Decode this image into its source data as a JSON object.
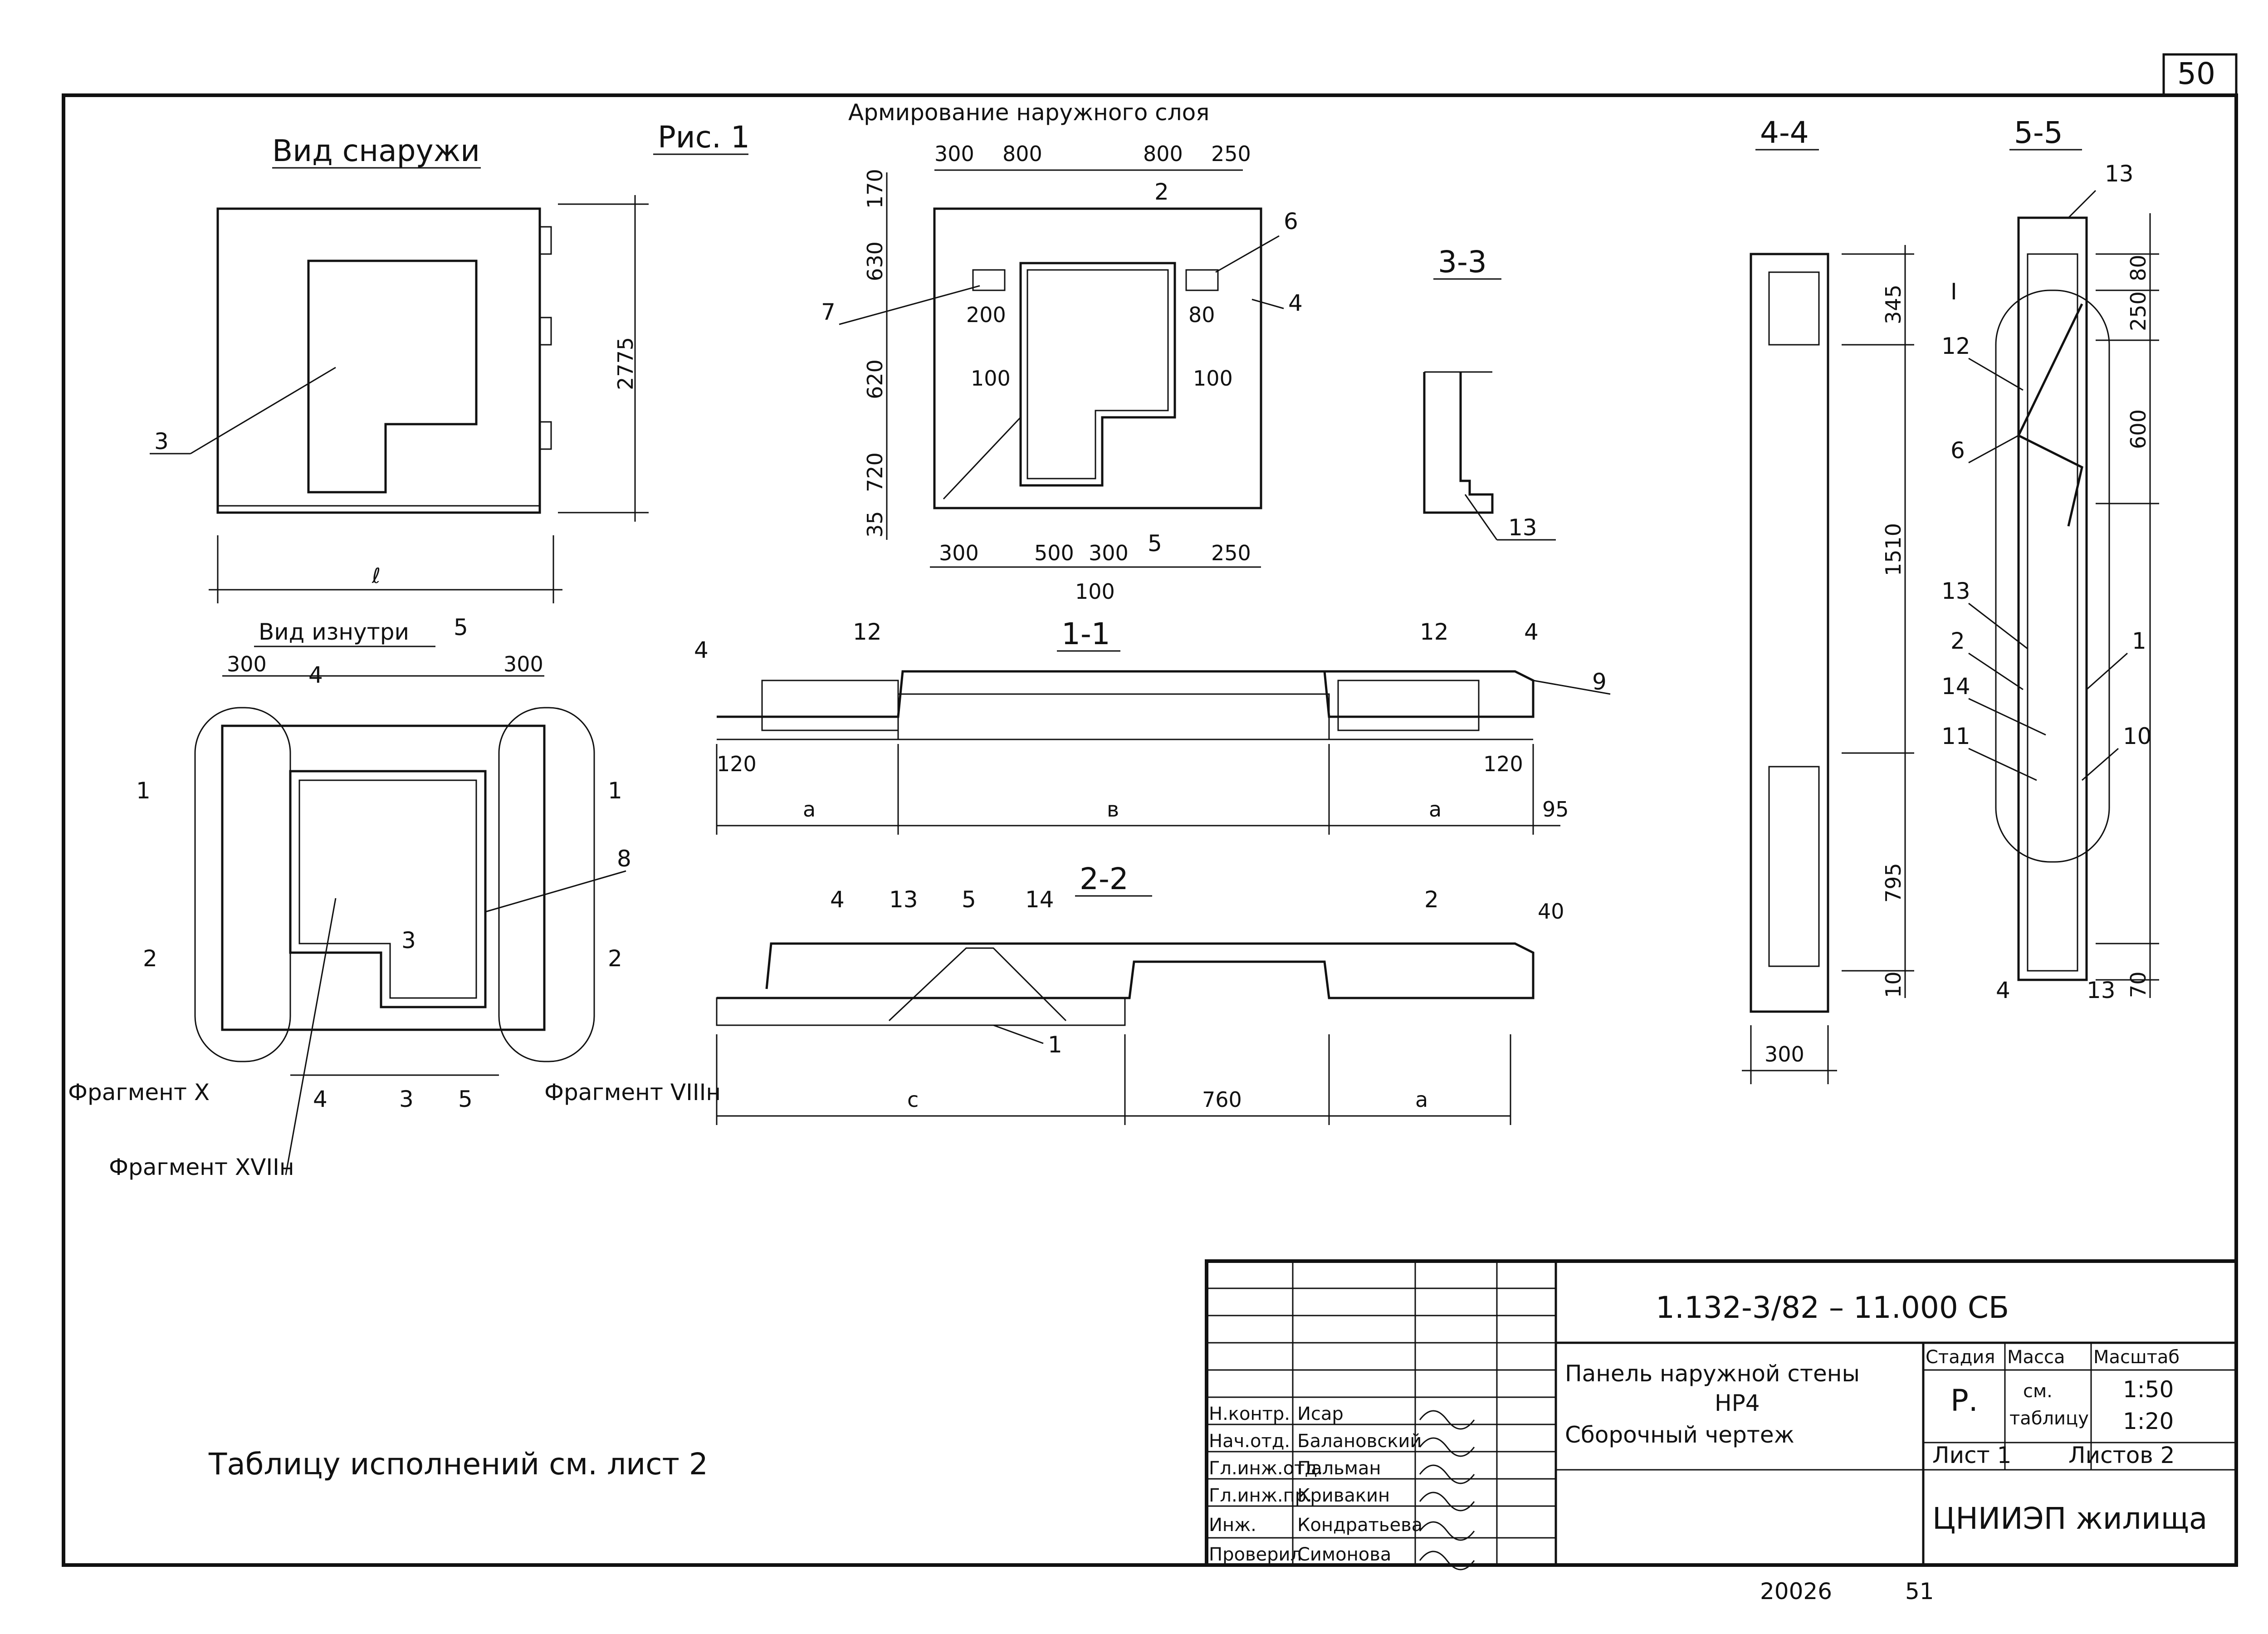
{
  "sheet": {
    "number": "50",
    "footer_num": "20026",
    "footer_sub": "51"
  },
  "views": {
    "outside": {
      "title": "Вид снаружи",
      "dim_height": "2775",
      "dim_width": "ℓ",
      "mark": "3"
    },
    "fig": "Рис. 1",
    "arm": {
      "title": "Армирование наружного слоя",
      "top_dims": [
        "300",
        "800",
        "800",
        "250"
      ],
      "left_dims": [
        "170",
        "630",
        "620",
        "720",
        "35"
      ],
      "bottom_dims": [
        "300",
        "500",
        "300",
        "250",
        "100"
      ],
      "inner_dims": [
        "200",
        "80",
        "100",
        "100"
      ],
      "marks": [
        "2",
        "6",
        "7",
        "4",
        "5"
      ]
    },
    "section33": {
      "title": "3-3",
      "mark": "13"
    },
    "section44": {
      "title": "4-4",
      "dims": [
        "345",
        "1510",
        "795",
        "10",
        "300"
      ]
    },
    "section55": {
      "title": "5-5",
      "dims": [
        "80",
        "250",
        "600",
        "70"
      ],
      "marks": [
        "13",
        "I",
        "12",
        "6",
        "13",
        "2",
        "14",
        "11",
        "1",
        "10",
        "4",
        "13"
      ]
    },
    "inside": {
      "title": "Вид изнутри",
      "dims": [
        "300",
        "300"
      ],
      "marks": [
        "5",
        "4",
        "1",
        "1",
        "2",
        "2",
        "3",
        "8",
        "4",
        "3",
        "5"
      ]
    },
    "section11": {
      "title": "1-1",
      "marks": [
        "4",
        "12",
        "12",
        "4",
        "9"
      ],
      "dims": [
        "120",
        "120",
        "a",
        "в",
        "a",
        "95"
      ]
    },
    "section22": {
      "title": "2-2",
      "marks": [
        "4",
        "13",
        "5",
        "14",
        "2",
        "1"
      ],
      "dims": [
        "40",
        "c",
        "760",
        "a"
      ]
    },
    "fragments": [
      "Фрагмент Х",
      "Фрагмент VIIIн",
      "Фрагмент XVIIн"
    ],
    "note": "Таблицу исполнений см. лист 2"
  },
  "title_block": {
    "code": "1.132-3/82 – 11.000 СБ",
    "name_line1": "Панель наружной стены",
    "name_line2": "НР4",
    "name_line3": "Сборочный чертеж",
    "stage_h": "Стадия",
    "mass_h": "Масса",
    "scale_h": "Масштаб",
    "stage": "Р.",
    "mass1": "см.",
    "mass2": "таблицу",
    "scale1": "1:50",
    "scale2": "1:20",
    "sheet": "Лист 1",
    "sheets": "Листов 2",
    "org": "ЦНИИЭП жилища",
    "roles": [
      "Н.контр.",
      "Нач.отд.",
      "Гл.инж.отд.",
      "Гл.инж.пр.",
      "Инж.",
      "Проверил"
    ],
    "names": [
      "Исар",
      "Балановский",
      "Пальман",
      "Кривакин",
      "Кондратьева",
      "Симонова"
    ]
  }
}
